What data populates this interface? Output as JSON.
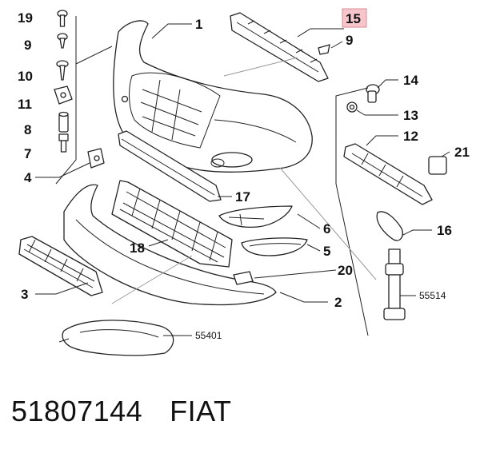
{
  "callouts": {
    "c1": "1",
    "c2": "2",
    "c3": "3",
    "c4": "4",
    "c5": "5",
    "c6": "6",
    "c7": "7",
    "c8": "8",
    "c9a": "9",
    "c9b": "9",
    "c10": "10",
    "c11": "11",
    "c12": "12",
    "c13": "13",
    "c14": "14",
    "c15": "15",
    "c16": "16",
    "c17": "17",
    "c18": "18",
    "c19": "19",
    "c20": "20",
    "c21": "21"
  },
  "refs": {
    "r55514": "55514",
    "r55401": "55401"
  },
  "highlight": {
    "callout": "15",
    "fill": "#f6c6cc",
    "border": "#d98a95"
  },
  "footer": {
    "part_number": "51807144",
    "brand": "FIAT"
  }
}
